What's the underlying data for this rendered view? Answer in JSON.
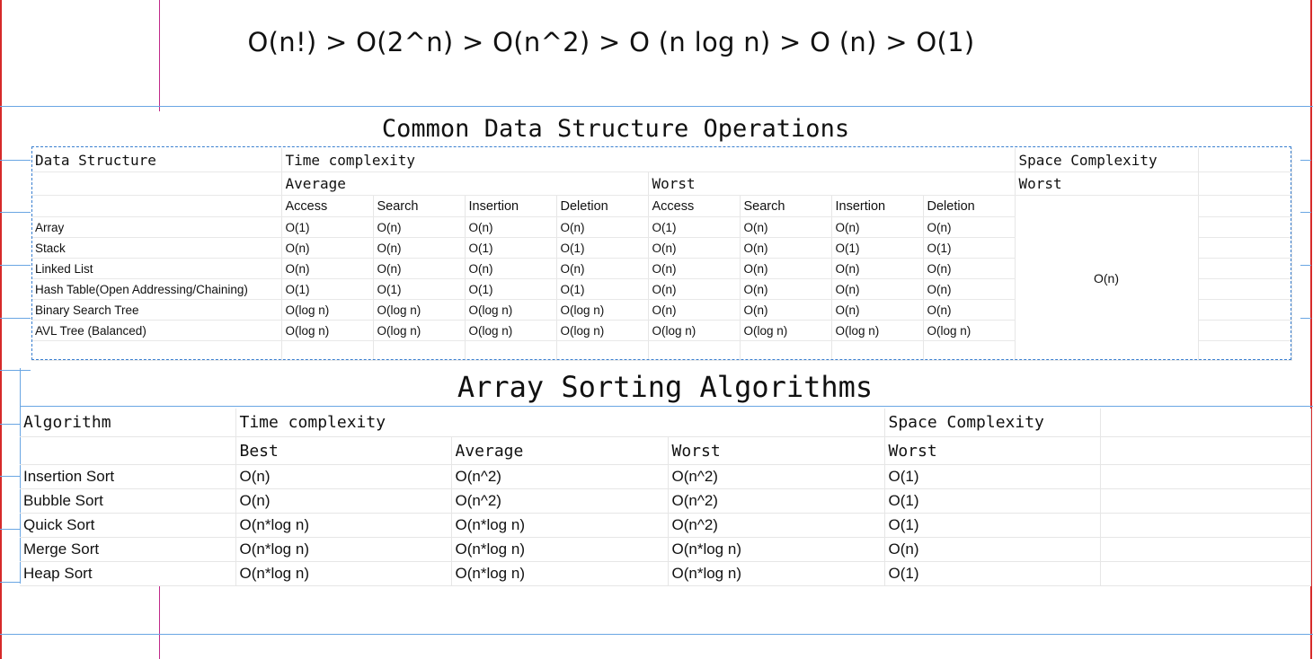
{
  "complexity_order": "O(n!) > O(2^n) > O(n^2) > O (n log n) > O (n) > O(1)",
  "ds_table": {
    "title": "Common Data Structure Operations",
    "col_data_structure": "Data Structure",
    "col_time": "Time complexity",
    "col_space": "Space Complexity",
    "average": "Average",
    "worst": "Worst",
    "space_worst": "Worst",
    "ops": [
      "Access",
      "Search",
      "Insertion",
      "Deletion",
      "Access",
      "Search",
      "Insertion",
      "Deletion"
    ],
    "space_value": "O(n)",
    "rows": [
      {
        "name": "Array",
        "cells": [
          "O(1)",
          "O(n)",
          "O(n)",
          "O(n)",
          "O(1)",
          "O(n)",
          "O(n)",
          "O(n)"
        ]
      },
      {
        "name": "Stack",
        "cells": [
          "O(n)",
          "O(n)",
          "O(1)",
          "O(1)",
          "O(n)",
          "O(n)",
          "O(1)",
          "O(1)"
        ]
      },
      {
        "name": "Linked List",
        "cells": [
          "O(n)",
          "O(n)",
          "O(n)",
          "O(n)",
          "O(n)",
          "O(n)",
          "O(n)",
          "O(n)"
        ]
      },
      {
        "name": "Hash Table(Open Addressing/Chaining)",
        "cells": [
          "O(1)",
          "O(1)",
          "O(1)",
          "O(1)",
          "O(n)",
          "O(n)",
          "O(n)",
          "O(n)"
        ]
      },
      {
        "name": "Binary Search Tree",
        "cells": [
          "O(log n)",
          "O(log n)",
          "O(log n)",
          "O(log n)",
          "O(n)",
          "O(n)",
          "O(n)",
          "O(n)"
        ]
      },
      {
        "name": "AVL Tree (Balanced)",
        "cells": [
          "O(log n)",
          "O(log n)",
          "O(log n)",
          "O(log n)",
          "O(log n)",
          "O(log n)",
          "O(log n)",
          "O(log n)"
        ]
      }
    ]
  },
  "sort_table": {
    "title": "Array Sorting Algorithms",
    "col_algorithm": "Algorithm",
    "col_time": "Time complexity",
    "col_space": "Space Complexity",
    "best": "Best",
    "average": "Average",
    "worst": "Worst",
    "space_worst": "Worst",
    "rows": [
      {
        "name": "Insertion Sort",
        "best": "O(n)",
        "average": "O(n^2)",
        "worst": "O(n^2)",
        "space": "O(1)"
      },
      {
        "name": "Bubble Sort",
        "best": "O(n)",
        "average": "O(n^2)",
        "worst": "O(n^2)",
        "space": "O(1)"
      },
      {
        "name": "Quick Sort",
        "best": "O(n*log n)",
        "average": "O(n*log n)",
        "worst": "O(n^2)",
        "space": "O(1)"
      },
      {
        "name": "Merge Sort",
        "best": "O(n*log n)",
        "average": "O(n*log n)",
        "worst": "O(n*log n)",
        "space": "O(n)"
      },
      {
        "name": "Heap Sort",
        "best": "O(n*log n)",
        "average": "O(n*log n)",
        "worst": "O(n*log n)",
        "space": "O(1)"
      }
    ]
  }
}
